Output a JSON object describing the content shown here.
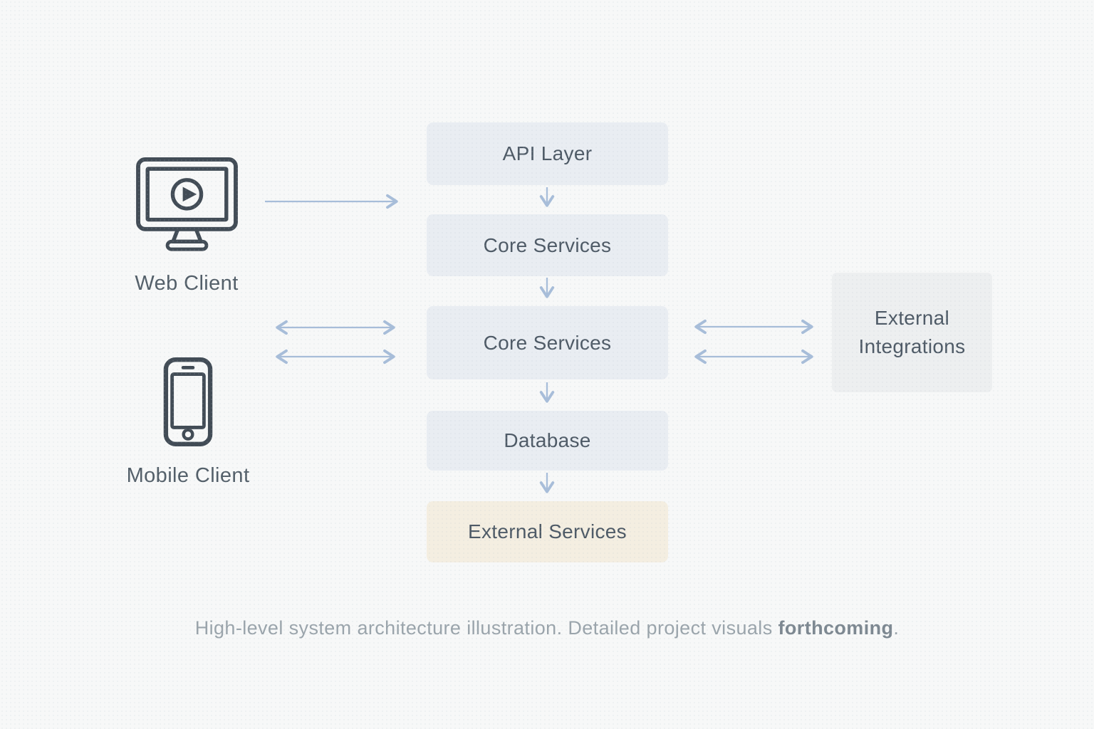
{
  "canvas": {
    "background_color": "#f7f8f8"
  },
  "clients": [
    {
      "label": "Web Client",
      "icon": "monitor-play-icon"
    },
    {
      "label": "Mobile Client",
      "icon": "smartphone-icon"
    }
  ],
  "stack": [
    {
      "label": "API Layer",
      "fill": "#e9edf2",
      "text_color": "#4e5a66"
    },
    {
      "label": "Core Services",
      "fill": "#e9edf2",
      "text_color": "#4e5a66"
    },
    {
      "label": "Core Services",
      "fill": "#e9edf2",
      "text_color": "#4e5a66"
    },
    {
      "label": "Database",
      "fill": "#e9edf2",
      "text_color": "#4e5a66"
    },
    {
      "label": "External Services",
      "fill": "#f4eee1",
      "text_color": "#4e5a66"
    }
  ],
  "external_integrations": {
    "label": "External Integrations",
    "line1": "External",
    "line2": "Integrations",
    "fill": "#edeff0",
    "text_color": "#4e5a66"
  },
  "caption": {
    "lead": "High-level system architecture illustration. Detailed project visuals ",
    "emphasis": "forthcoming",
    "period": ".",
    "color": "#9aa4ab",
    "emphasis_color": "#7d8891"
  },
  "arrows": {
    "color": "#a7bdd9",
    "connections": [
      "web-client -> core-services (one-way)",
      "clients <-> core-services (two double-headed)",
      "core-services <-> external-integrations (two double-headed)",
      "api-layer -> core-services",
      "core-services -> core-services",
      "core-services -> database",
      "database -> external-services"
    ]
  }
}
